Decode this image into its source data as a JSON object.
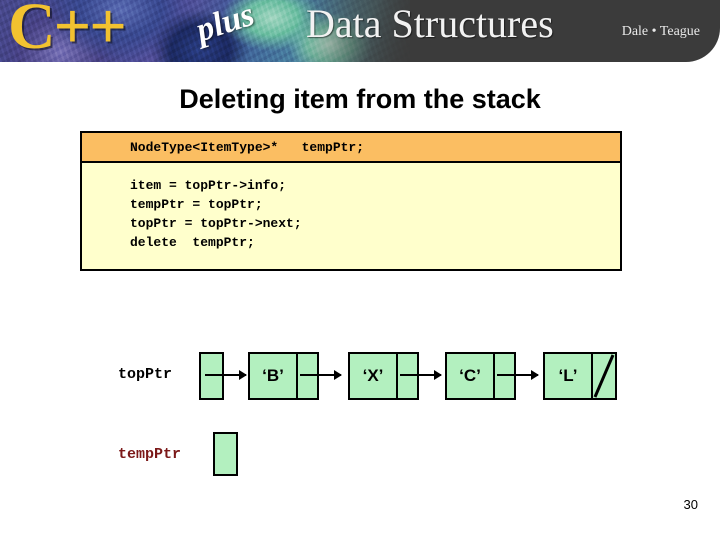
{
  "banner": {
    "logo_text": "C++",
    "logo_script": "plus",
    "title": "Data Structures",
    "authors": "Dale • Teague",
    "logo_color": "#F2C230",
    "bar_color": "#3b3b3b"
  },
  "slide": {
    "title": "Deleting item from the stack",
    "page_number": "30"
  },
  "code": {
    "header": "NodeType<ItemType>*   tempPtr;",
    "header_bg": "#FBBE62",
    "body_bg": "#FFFFCC",
    "lines": [
      "item = topPtr->info;",
      "tempPtr = topPtr;",
      "topPtr = topPtr->next;",
      "delete  tempPtr;"
    ]
  },
  "diagram": {
    "node_fill": "#B3F0BF",
    "pointers": [
      {
        "name": "topPtr",
        "label": "topPtr",
        "color": "#000000"
      },
      {
        "name": "tempPtr",
        "label": "tempPtr",
        "color": "#7B1818"
      }
    ],
    "nodes": [
      {
        "value": "‘B’",
        "next": "node-x"
      },
      {
        "value": "‘X’",
        "next": "node-c"
      },
      {
        "value": "‘C’",
        "next": "node-l"
      },
      {
        "value": "‘L’",
        "next": "NULL"
      }
    ],
    "tempptr_box_value": ""
  }
}
